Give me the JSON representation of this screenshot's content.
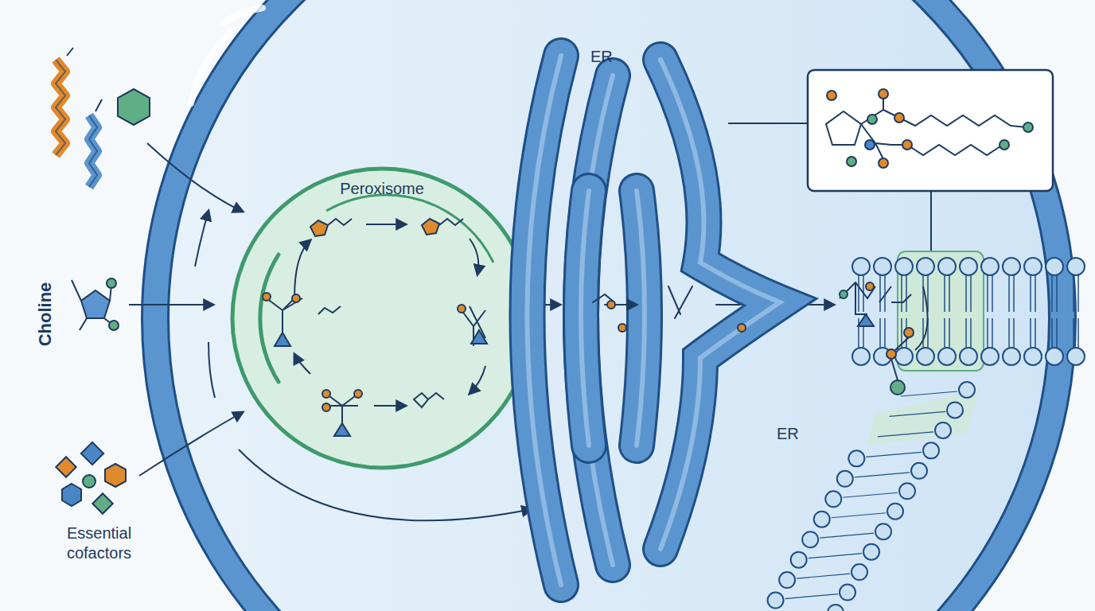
{
  "diagram": {
    "nodes": [
      {
        "text": [
          "Peroxisome"
        ]
      },
      {
        "text": [
          "ER",
          "ER"
        ]
      }
    ],
    "edges": [
      {
        "from": 0,
        "to": 1,
        "arrow": "to"
      }
    ],
    "labels": [
      "Choline",
      "Essential cofactors"
    ]
  }
}
